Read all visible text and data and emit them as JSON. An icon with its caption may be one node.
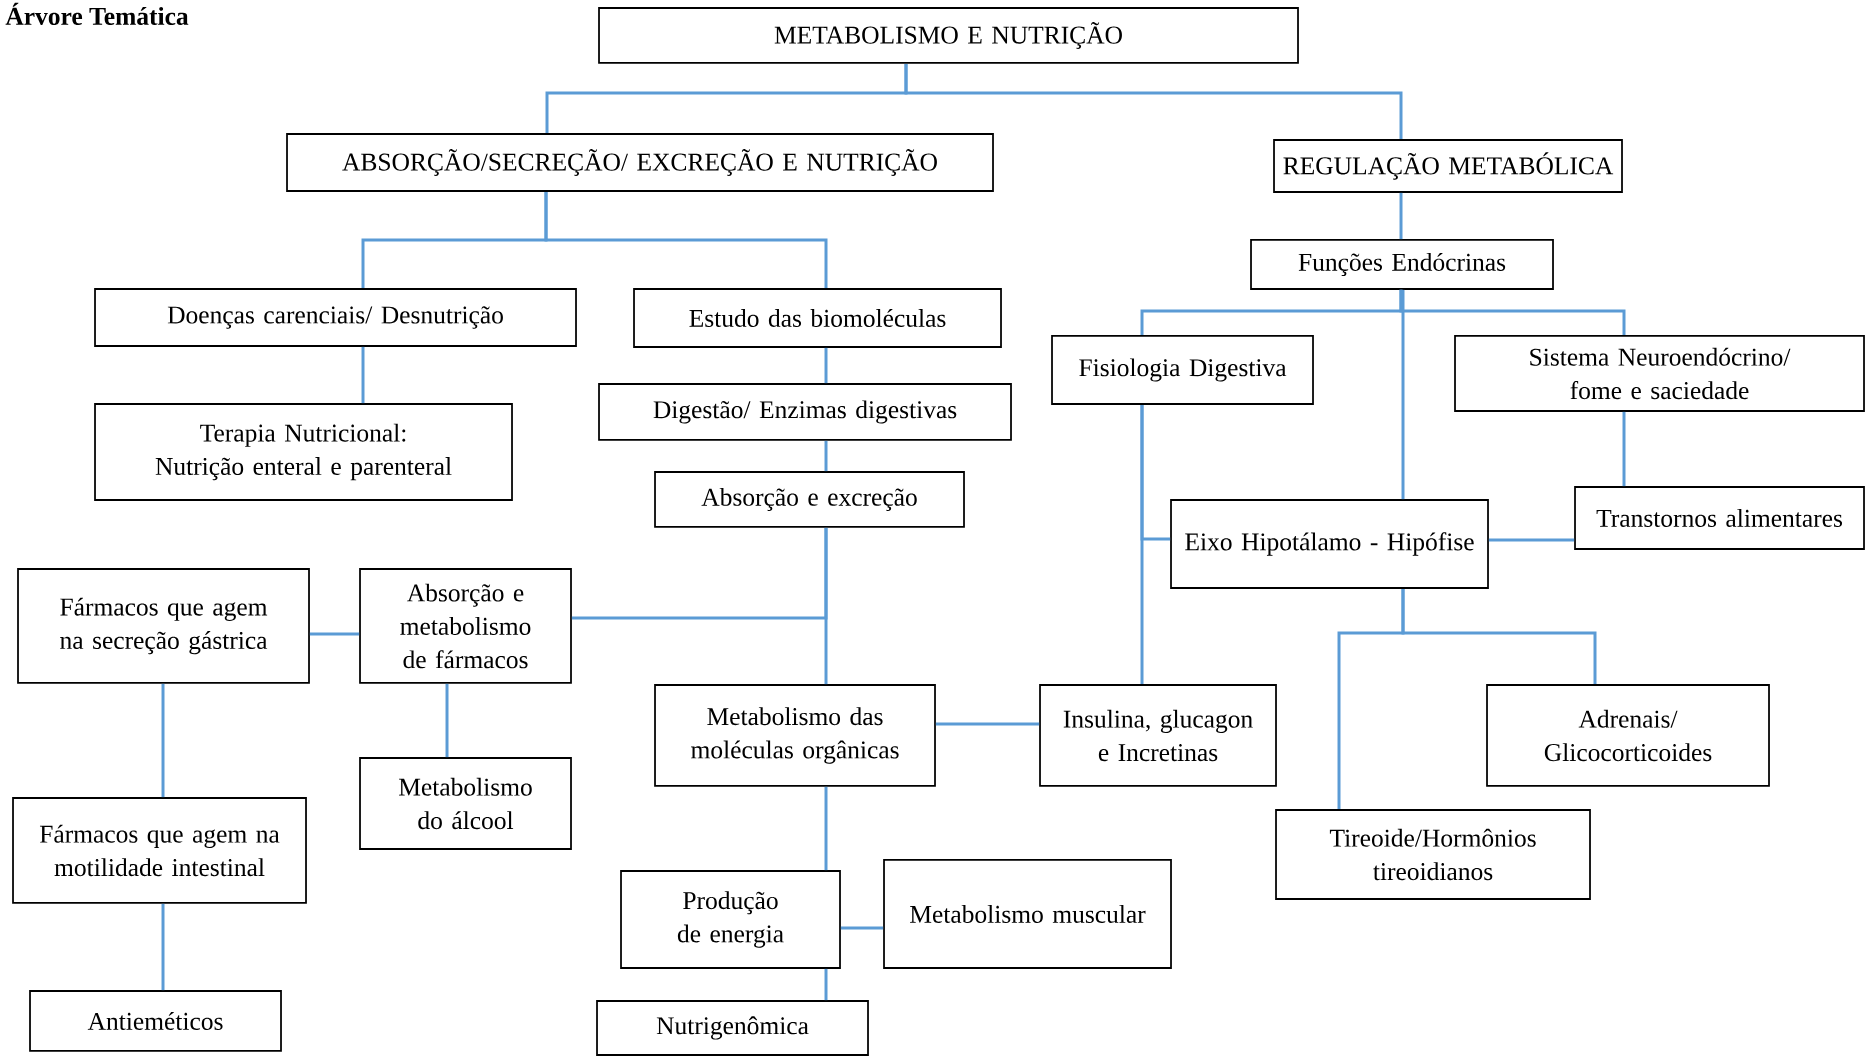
{
  "diagram": {
    "title": "Árvore Temática",
    "nodes": [
      {
        "text": [
          "METABOLISMO E NUTRIÇÃO"
        ]
      },
      {
        "text": [
          "ABSORÇÃO/SECREÇÃO/ EXCREÇÃO E NUTRIÇÃO"
        ]
      },
      {
        "text": [
          "REGULAÇÃO METABÓLICA"
        ]
      },
      {
        "text": [
          "Doenças carenciais/ Desnutrição"
        ]
      },
      {
        "text": [
          "Estudo das biomoléculas"
        ]
      },
      {
        "text": [
          "Funções Endócrinas"
        ]
      },
      {
        "text": [
          "Terapia Nutricional: Nutrição enteral e parenteral"
        ]
      },
      {
        "text": [
          "Digestão/ Enzimas digestivas"
        ]
      },
      {
        "text": [
          "Fisiologia Digestiva"
        ]
      },
      {
        "text": [
          "Sistema Neuroendócrino/ fome e saciedade"
        ]
      },
      {
        "text": [
          "Absorção e excreção"
        ]
      },
      {
        "text": [
          "Transtornos alimentares"
        ]
      },
      {
        "text": [
          "Eixo Hipotálamo - Hipófise"
        ]
      },
      {
        "text": [
          "Fármacos que agem na secreção gástrica"
        ]
      },
      {
        "text": [
          "Absorção e metabolismo de fármacos"
        ]
      },
      {
        "text": [
          "Metabolismo das moléculas orgânicas"
        ]
      },
      {
        "text": [
          "Insulina, glucagon e Incretinas"
        ]
      },
      {
        "text": [
          "Adrenais/ Glicocorticoides"
        ]
      },
      {
        "text": [
          "Metabolismo do álcool"
        ]
      },
      {
        "text": [
          "Fármacos que agem na motilidade intestinal"
        ]
      },
      {
        "text": [
          "Tireoide/Hormônios tireoidianos"
        ]
      },
      {
        "text": [
          "Produção de energia"
        ]
      },
      {
        "text": [
          "Metabolismo muscular"
        ]
      },
      {
        "text": [
          "Antieméticos"
        ]
      },
      {
        "text": [
          "Nutrigenômica"
        ]
      }
    ],
    "edges": [
      {
        "from": 0,
        "to": 1,
        "arrow": "none"
      },
      {
        "from": 0,
        "to": 2,
        "arrow": "none"
      },
      {
        "from": 1,
        "to": 3,
        "arrow": "none"
      },
      {
        "from": 1,
        "to": 4,
        "arrow": "none"
      },
      {
        "from": 3,
        "to": 6,
        "arrow": "none"
      },
      {
        "from": 2,
        "to": 5,
        "arrow": "none"
      },
      {
        "from": 4,
        "to": 7,
        "arrow": "none"
      },
      {
        "from": 7,
        "to": 10,
        "arrow": "none"
      },
      {
        "from": 5,
        "to": 8,
        "arrow": "none"
      },
      {
        "from": 5,
        "to": 12,
        "arrow": "none"
      },
      {
        "from": 5,
        "to": 9,
        "arrow": "none"
      },
      {
        "from": 9,
        "to": 11,
        "arrow": "none"
      },
      {
        "from": 10,
        "to": 14,
        "arrow": "none"
      },
      {
        "from": 10,
        "to": 15,
        "arrow": "none"
      },
      {
        "from": 14,
        "to": 13,
        "arrow": "none"
      },
      {
        "from": 14,
        "to": 18,
        "arrow": "none"
      },
      {
        "from": 13,
        "to": 19,
        "arrow": "none"
      },
      {
        "from": 19,
        "to": 23,
        "arrow": "none"
      },
      {
        "from": 8,
        "to": 16,
        "arrow": "none"
      },
      {
        "from": 8,
        "to": 12,
        "arrow": "none"
      },
      {
        "from": 12,
        "to": 11,
        "arrow": "none"
      },
      {
        "from": 15,
        "to": 16,
        "arrow": "none"
      },
      {
        "from": 12,
        "to": 20,
        "arrow": "none"
      },
      {
        "from": 12,
        "to": 17,
        "arrow": "none"
      },
      {
        "from": 15,
        "to": 21,
        "arrow": "none"
      },
      {
        "from": 21,
        "to": 22,
        "arrow": "none"
      },
      {
        "from": 21,
        "to": 24,
        "arrow": "none"
      }
    ]
  }
}
